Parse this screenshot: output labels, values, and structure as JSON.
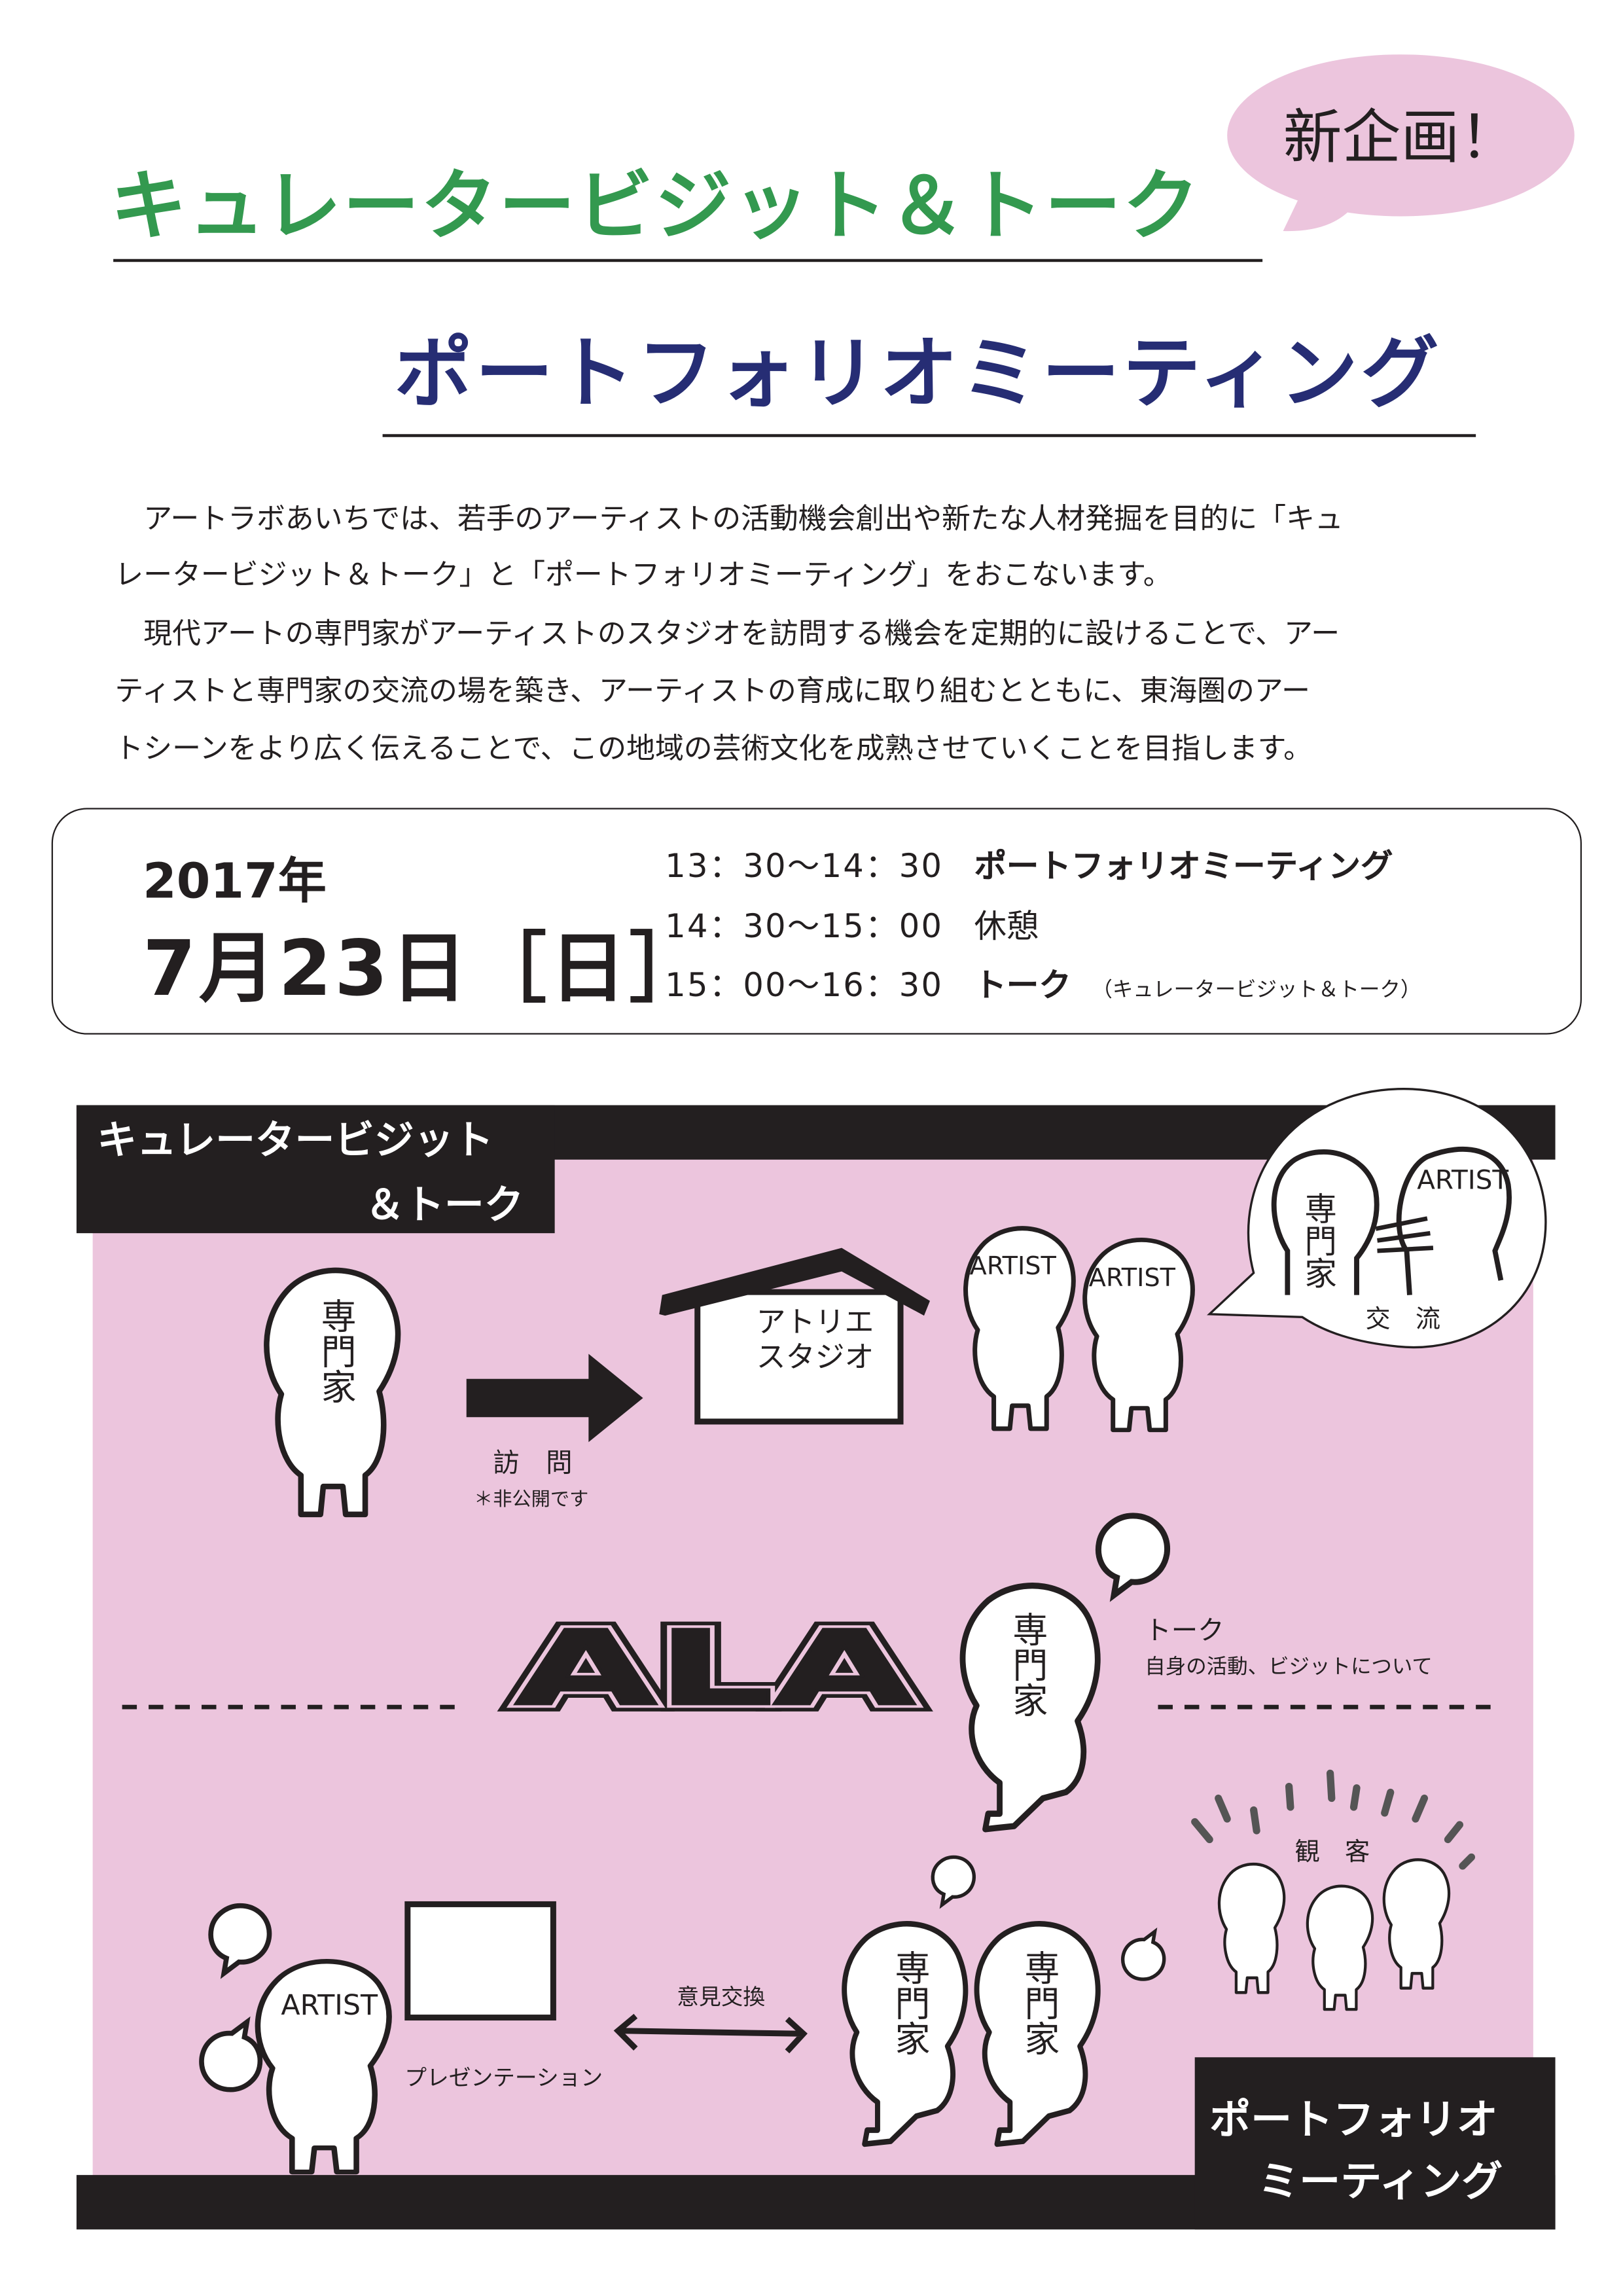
{
  "header": {
    "title_visit_talk": "キュレータービジット＆トーク",
    "badge": "新企画！",
    "title_portfolio": "ポートフォリオミーティング"
  },
  "body": {
    "lines": [
      "　アートラボあいちでは、若手のアーティストの活動機会創出や新たな人材発掘を目的に「キュ",
      "レータービジット＆トーク」と「ポートフォリオミーティング」をおこないます。",
      "　現代アートの専門家がアーティストのスタジオを訪問する機会を定期的に設けることで、アー",
      "ティストと専門家の交流の場を築き、アーティストの育成に取り組むとともに、東海圏のアー",
      "トシーンをより広く伝えることで、この地域の芸術文化を成熟させていくことを目指します。"
    ]
  },
  "event": {
    "year": "2017年",
    "date": "7月23日［日］",
    "schedule": [
      {
        "time": "13：30〜14：30",
        "label": "ポートフォリオミーティング",
        "note": ""
      },
      {
        "time": "14：30〜15：00",
        "label": "休憩",
        "note": ""
      },
      {
        "time": "15：00〜16：30",
        "label": "トーク",
        "note": "（キュレータービジット＆トーク）"
      }
    ]
  },
  "illustration": {
    "visit_label_1": "キュレータービジット",
    "visit_label_2": "＆トーク",
    "portfolio_label_1": "ポートフォリオ",
    "portfolio_label_2": "ミーティング",
    "expert": "専門家",
    "artist": "ARTIST",
    "visit": "訪　問",
    "private_note": "＊非公開です",
    "atelier_1": "アトリエ",
    "atelier_2": "スタジオ",
    "exchange": "交　流",
    "talk": "トーク",
    "talk_sub": "自身の活動、ビジットについて",
    "audience": "観　客",
    "presentation": "プレゼンテーション",
    "opinion_exchange": "意見交換",
    "logo": "ALA"
  },
  "colors": {
    "green": "#33994f",
    "navy": "#262d74",
    "pink": "#ecc5dd",
    "black": "#231f20"
  }
}
